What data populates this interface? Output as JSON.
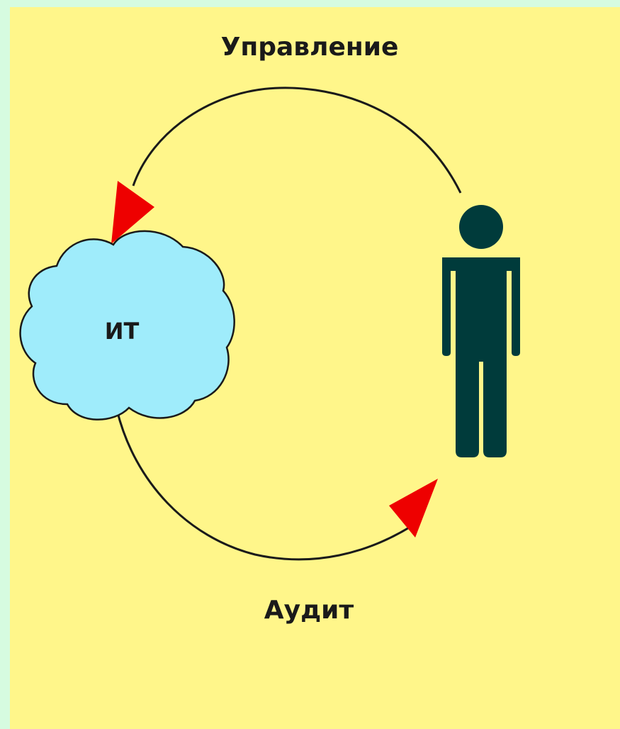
{
  "diagram": {
    "top_label": "Управление",
    "bottom_label": "Аудит",
    "cloud_label": "ИТ"
  },
  "colors": {
    "outer_background": "#d6fbe0",
    "panel_background": "#fff68a",
    "cloud_fill": "#9fecfb",
    "arrowhead": "#ee0000",
    "person": "#003b3b",
    "arc_line": "#1a1a1a"
  },
  "icons": {
    "cloud": "cloud-shape",
    "person": "person-icon",
    "arrow": "triangle-arrowhead"
  }
}
